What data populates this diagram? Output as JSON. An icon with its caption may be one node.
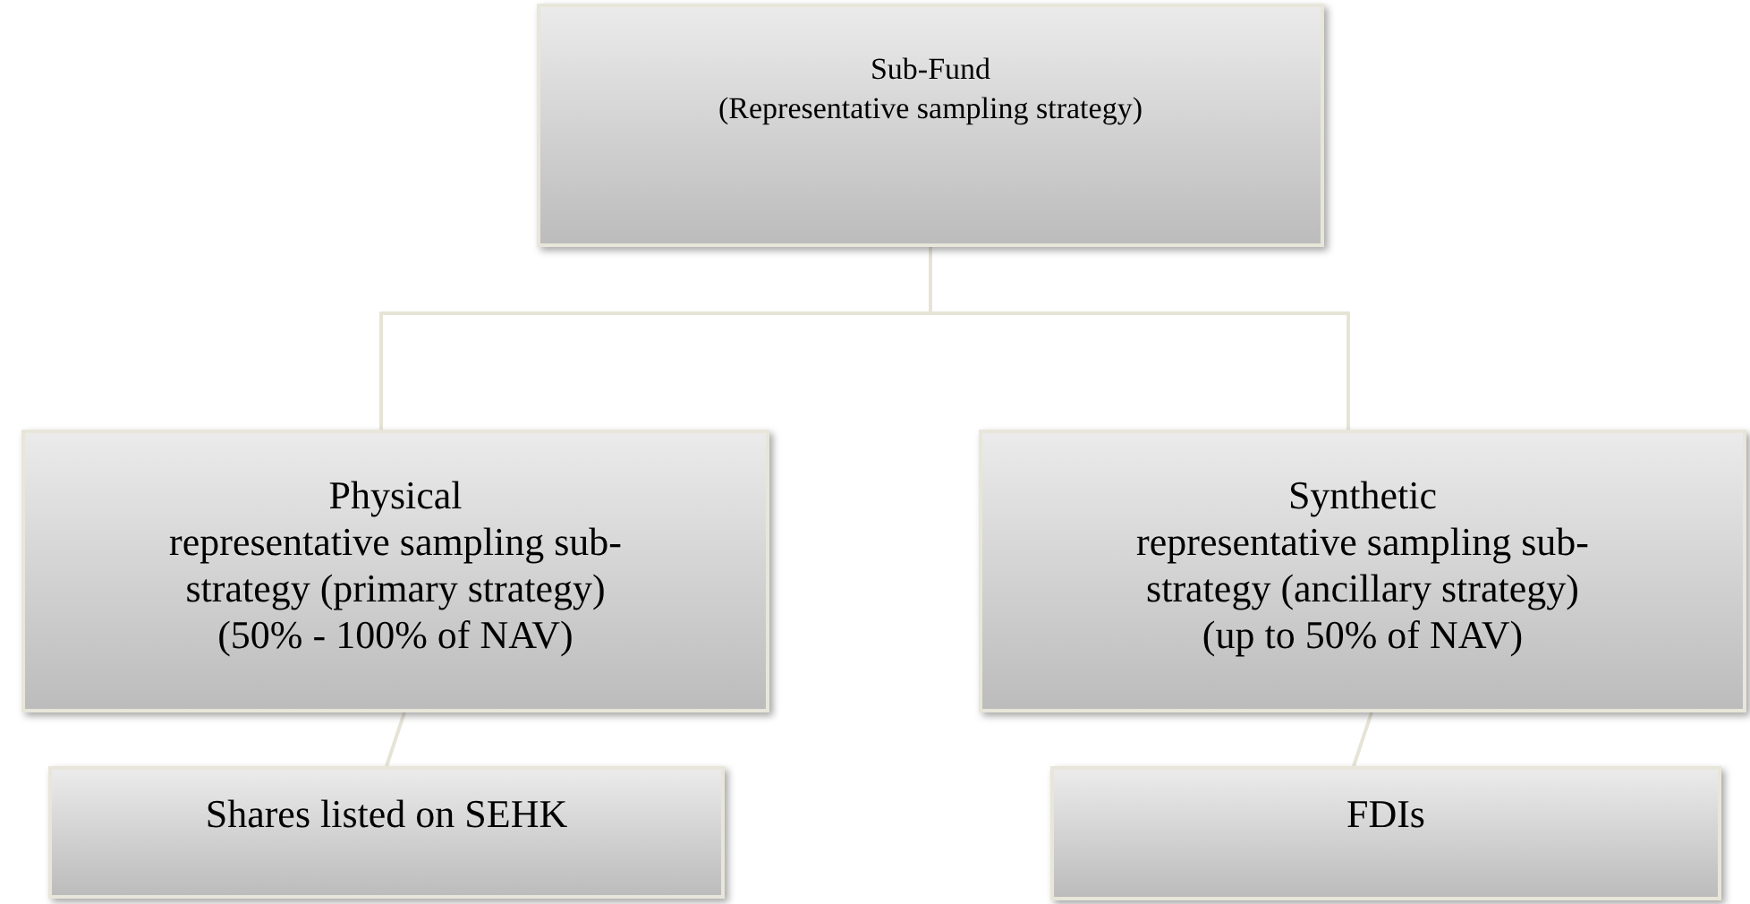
{
  "diagram": {
    "nodes": [
      {
        "text": [
          "Sub-Fund",
          "(Representative sampling strategy)"
        ]
      },
      {
        "text": [
          "Physical",
          "representative sampling sub-strategy (primary strategy)",
          "(50% - 100% of NAV)"
        ]
      },
      {
        "text": [
          "Synthetic",
          "representative sampling sub-strategy (ancillary strategy)",
          "(up to 50% of NAV)"
        ]
      },
      {
        "text": [
          "Shares listed on SEHK"
        ]
      },
      {
        "text": [
          "FDIs"
        ]
      }
    ],
    "edges": [
      {
        "from": 0,
        "to": 1,
        "arrow": "none"
      },
      {
        "from": 0,
        "to": 2,
        "arrow": "none"
      },
      {
        "from": 1,
        "to": 3,
        "arrow": "none"
      },
      {
        "from": 2,
        "to": 4,
        "arrow": "none"
      }
    ]
  }
}
